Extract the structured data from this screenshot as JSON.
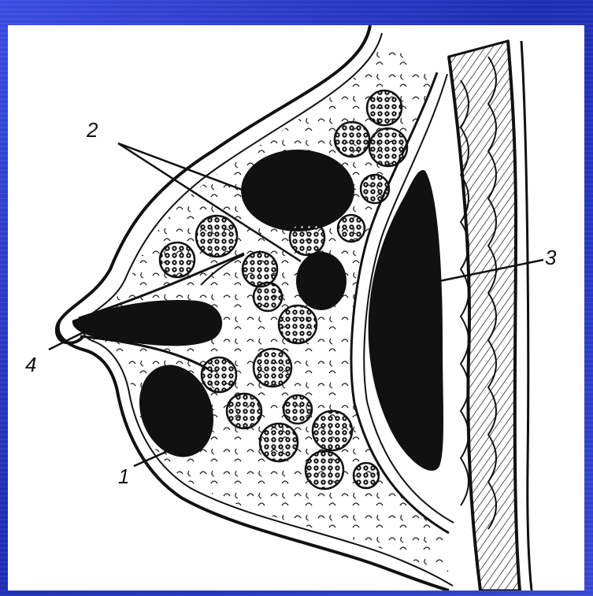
{
  "colors": {
    "background": "#2a3bcf",
    "panel": "#ffffff",
    "ink": "#111111"
  },
  "labels": {
    "l1": "1",
    "l2": "2",
    "l3": "3",
    "l4": "4"
  }
}
